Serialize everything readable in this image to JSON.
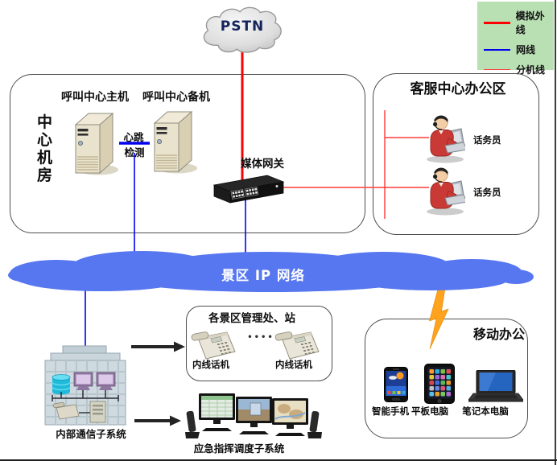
{
  "legend": {
    "items": [
      {
        "label": "模拟外线",
        "type": "analog"
      },
      {
        "label": "网线",
        "type": "network"
      },
      {
        "label": "分机线",
        "type": "extension"
      }
    ]
  },
  "pstn_cloud": {
    "label": "PSTN"
  },
  "center_room": {
    "title": "中心机房",
    "main_server_label": "呼叫中心主机",
    "backup_server_label": "呼叫中心备机",
    "heartbeat_line1": "心跳",
    "heartbeat_line2": "检测"
  },
  "media_gateway": {
    "label": "媒体网关"
  },
  "service_office": {
    "title": "客服中心办公区",
    "operator1_label": "话务员",
    "operator2_label": "话务员"
  },
  "ip_cloud": {
    "label": "景区 IP 网络"
  },
  "management_station": {
    "title": "各景区管理处、站",
    "dots": "••••",
    "phone1_label": "内线话机",
    "phone2_label": "内线话机"
  },
  "internal_comm": {
    "label": "内部通信子系统"
  },
  "emergency_dispatch": {
    "label": "应急指挥调度子系统"
  },
  "mobile_office": {
    "title": "移动办公",
    "smartphone_label": "智能手机",
    "tablet_label": "平板电脑",
    "laptop_label": "笔记本电脑"
  },
  "colors": {
    "analog_line": "#ff0000",
    "network_line": "#0000ee",
    "extension_line": "#ff3b3b",
    "ip_cloud_fill": "#5677ef",
    "legend_background": "#b9e0b3",
    "pstn_text": "#15235c"
  }
}
